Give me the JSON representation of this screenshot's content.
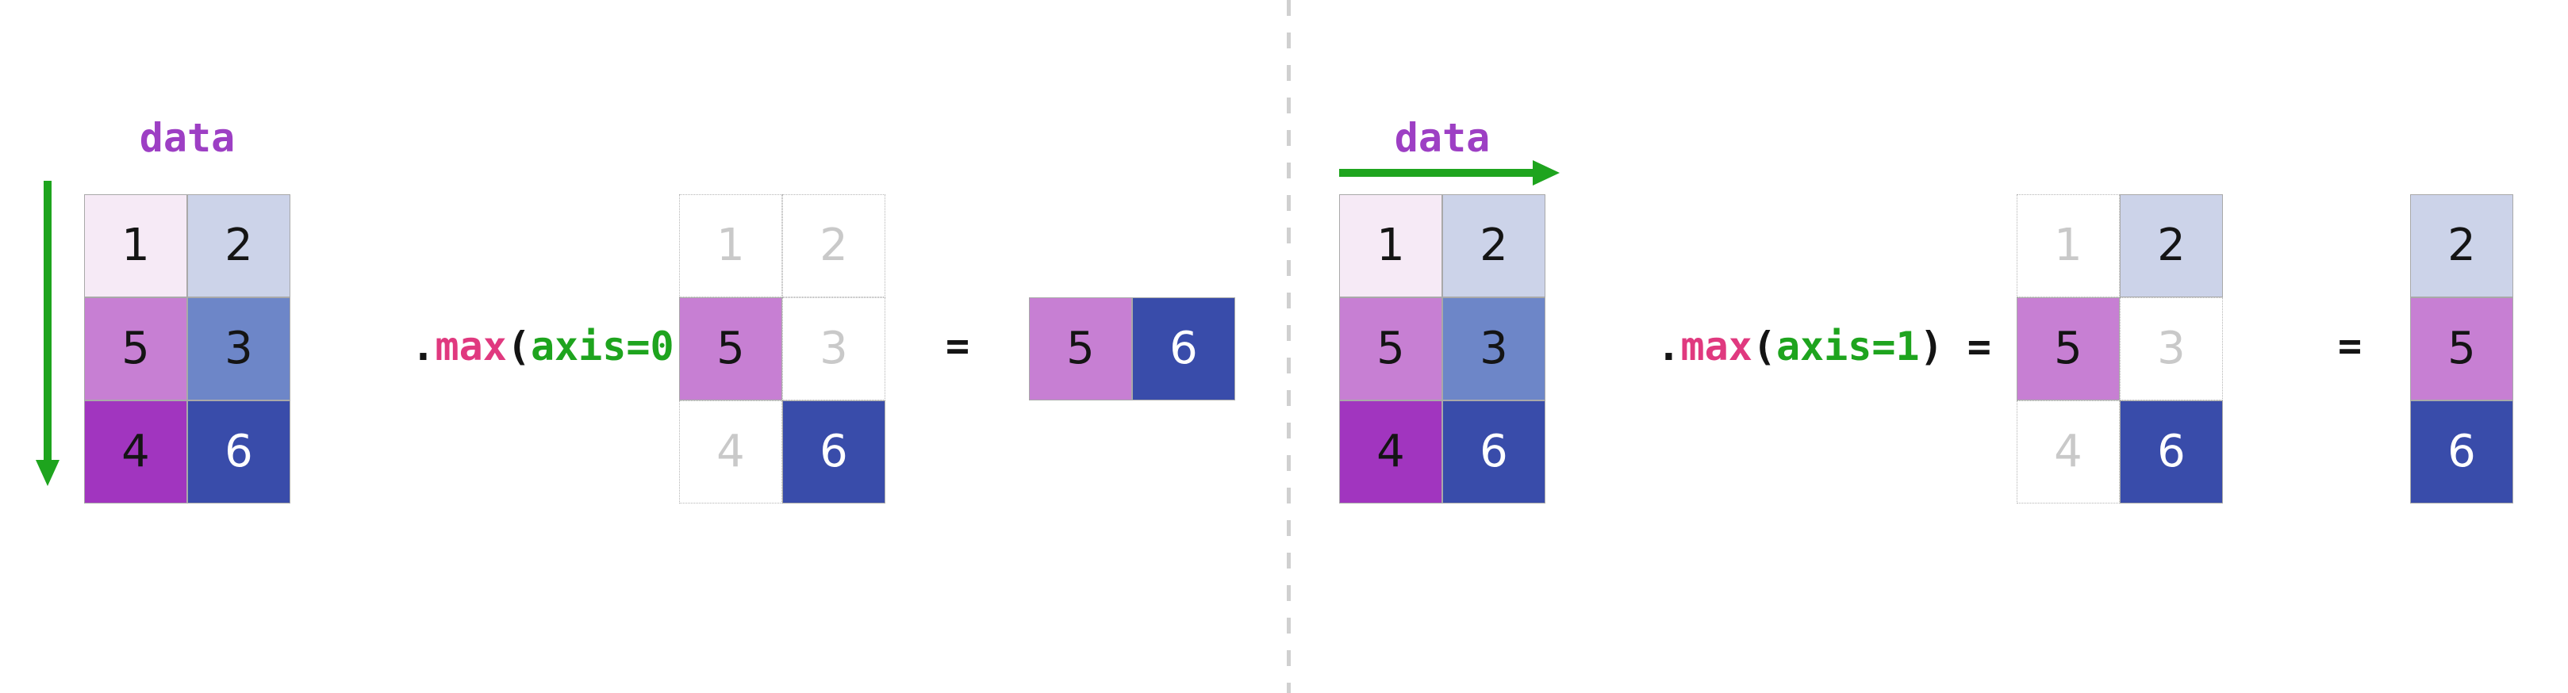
{
  "palette": {
    "label_purple": "#9d3fc4",
    "method_pink": "#e0397f",
    "code_green": "#1ea41e",
    "arrow_green": "#1ea41e",
    "text_black": "#141414",
    "divider_gray": "#d0d0d0",
    "v1": {
      "bg": "#f6eaf6",
      "fg": "#141414"
    },
    "v2": {
      "bg": "#ccd3e9",
      "fg": "#141414"
    },
    "v3": {
      "bg": "#6d86c8",
      "fg": "#141414"
    },
    "v4": {
      "bg": "#a135bf",
      "fg": "#141414"
    },
    "v5": {
      "bg": "#c77fd3",
      "fg": "#141414"
    },
    "v6": {
      "bg": "#394caa",
      "fg": "#ffffff"
    },
    "faded": {
      "bg": "#ffffff",
      "fg": "#c9c9c9"
    }
  },
  "left": {
    "label": "data",
    "matrix": [
      [
        "1",
        "2"
      ],
      [
        "5",
        "3"
      ],
      [
        "4",
        "6"
      ]
    ],
    "expression": {
      "dot": ".",
      "method": "max",
      "paren_open": "(",
      "argument": "axis=0",
      "paren_close": ")",
      "equals": " ="
    },
    "masked": [
      [
        "1",
        "2"
      ],
      [
        "5",
        "3"
      ],
      [
        "4",
        "6"
      ]
    ],
    "equals": "=",
    "result": [
      "5",
      "6"
    ]
  },
  "right": {
    "label": "data",
    "matrix": [
      [
        "1",
        "2"
      ],
      [
        "5",
        "3"
      ],
      [
        "4",
        "6"
      ]
    ],
    "expression": {
      "dot": ".",
      "method": "max",
      "paren_open": "(",
      "argument": "axis=1",
      "paren_close": ")",
      "equals": " ="
    },
    "masked": [
      [
        "1",
        "2"
      ],
      [
        "5",
        "3"
      ],
      [
        "4",
        "6"
      ]
    ],
    "equals": "=",
    "result": [
      "2",
      "5",
      "6"
    ]
  }
}
